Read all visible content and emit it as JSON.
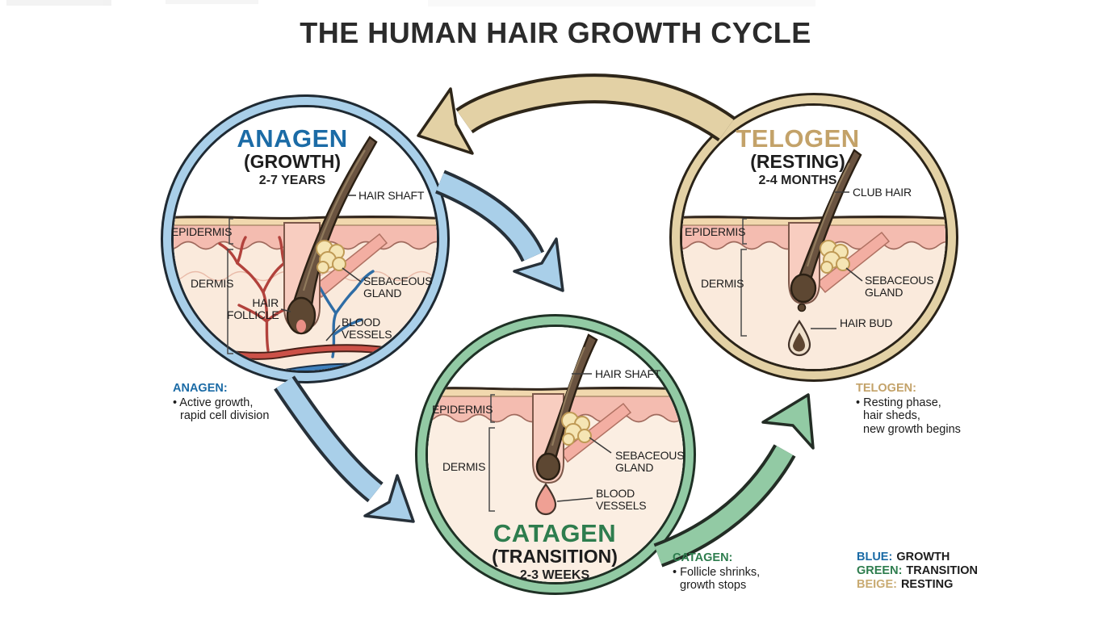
{
  "title": "THE HUMAN HAIR GROWTH CYCLE",
  "anagen": {
    "name": "ANAGEN",
    "stage": "(GROWTH)",
    "duration": "2-7 YEARS",
    "labels": {
      "hair_shaft": "HAIR SHAFT",
      "epidermis": "EPIDERMIS",
      "dermis": "DERMIS",
      "hair_follicle": "HAIR FOLLICLE",
      "sebaceous_gland": "SEBACEOUS GLAND",
      "blood_vessels": "BLOOD VESSELS"
    },
    "caption": {
      "title": "ANAGEN:",
      "line1": "• Active growth,",
      "line2": "rapid cell division"
    }
  },
  "catagen": {
    "name": "CATAGEN",
    "stage": "(TRANSITION)",
    "duration": "2-3 WEEKS",
    "labels": {
      "hair_shaft": "HAIR SHAFT",
      "epidermis": "EPIDERMIS",
      "dermis": "DERMIS",
      "sebaceous_gland": "SEBACEOUS GLAND",
      "blood_vessels": "BLOOD VESSELS"
    },
    "caption": {
      "title": "CATAGEN:",
      "line1": "• Follicle shrinks,",
      "line2": "growth stops"
    }
  },
  "telogen": {
    "name": "TELOGEN",
    "stage": "(RESTING)",
    "duration": "2-4 MONTHS",
    "labels": {
      "club_hair": "CLUB HAIR",
      "epidermis": "EPIDERMIS",
      "dermis": "DERMIS",
      "sebaceous_gland": "SEBACEOUS GLAND",
      "hair_bud": "HAIR BUD"
    },
    "caption": {
      "title": "TELOGEN:",
      "line1": "• Resting phase,",
      "line2": "hair sheds,",
      "line3": "new growth begins"
    }
  },
  "legend": {
    "blue_key": "BLUE:",
    "blue_value": "GROWTH",
    "green_key": "GREEN:",
    "green_value": "TRANSITION",
    "beige_key": "BEIGE:",
    "beige_value": "RESTING"
  },
  "colors": {
    "blue_ring": "#a9cfe9",
    "green_ring": "#92caa4",
    "beige_ring": "#e3d1a5",
    "blue_text": "#1b6ba6",
    "green_text": "#2e7d4e",
    "beige_text": "#c3a269"
  }
}
